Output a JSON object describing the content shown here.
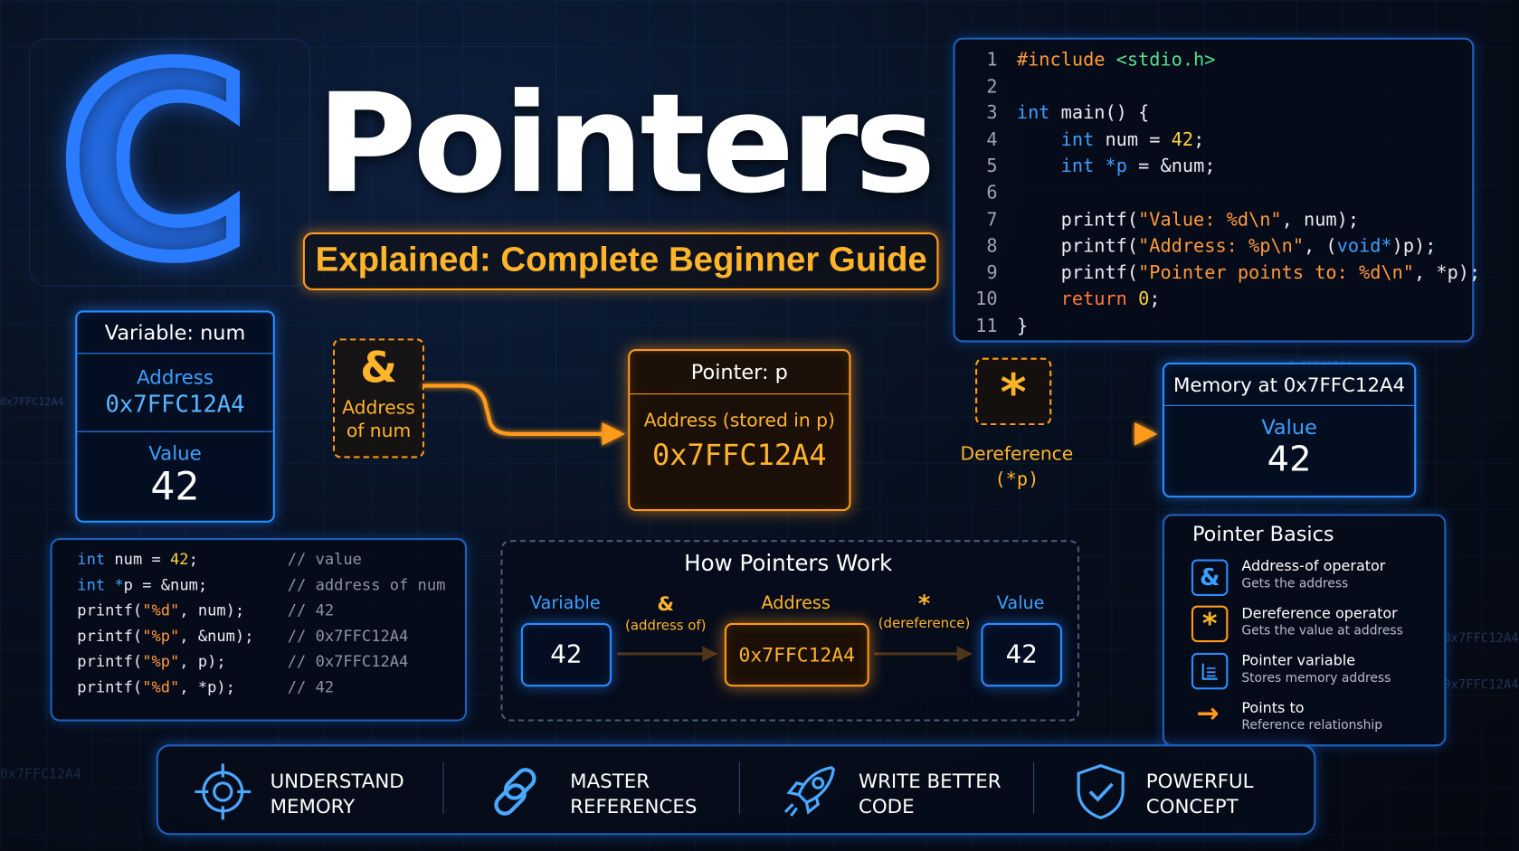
{
  "title": {
    "letter": "C",
    "word": "Pointers",
    "subtitle": "Explained: Complete Beginner Guide"
  },
  "code_main": [
    {
      "n": "1",
      "tokens": [
        [
          "pre",
          "#include "
        ],
        [
          "hdr",
          "<stdio.h>"
        ]
      ]
    },
    {
      "n": "2",
      "tokens": []
    },
    {
      "n": "3",
      "tokens": [
        [
          "kw",
          "int"
        ],
        [
          "plain",
          " main() {"
        ]
      ]
    },
    {
      "n": "4",
      "tokens": [
        [
          "plain",
          "    "
        ],
        [
          "kw",
          "int"
        ],
        [
          "plain",
          " num = "
        ],
        [
          "num",
          "42"
        ],
        [
          "plain",
          ";"
        ]
      ]
    },
    {
      "n": "5",
      "tokens": [
        [
          "plain",
          "    "
        ],
        [
          "kw",
          "int"
        ],
        [
          "plain",
          " "
        ],
        [
          "kw",
          "*p"
        ],
        [
          "plain",
          " = &num;"
        ]
      ]
    },
    {
      "n": "6",
      "tokens": []
    },
    {
      "n": "7",
      "tokens": [
        [
          "plain",
          "    printf("
        ],
        [
          "str",
          "\"Value: %d\\n\""
        ],
        [
          "plain",
          ", num);"
        ]
      ]
    },
    {
      "n": "8",
      "tokens": [
        [
          "plain",
          "    printf("
        ],
        [
          "str",
          "\"Address: %p\\n\""
        ],
        [
          "plain",
          ", ("
        ],
        [
          "kw",
          "void*"
        ],
        [
          "plain",
          ")p);"
        ]
      ]
    },
    {
      "n": "9",
      "tokens": [
        [
          "plain",
          "    printf("
        ],
        [
          "str",
          "\"Pointer points to: %d\\n\""
        ],
        [
          "plain",
          ", *p);"
        ]
      ]
    },
    {
      "n": "10",
      "tokens": [
        [
          "plain",
          "    "
        ],
        [
          "ret",
          "return"
        ],
        [
          "plain",
          " "
        ],
        [
          "num",
          "0"
        ],
        [
          "plain",
          ";"
        ]
      ]
    },
    {
      "n": "11",
      "tokens": [
        [
          "plain",
          "}"
        ]
      ]
    }
  ],
  "variable_box": {
    "title": "Variable: num",
    "address_label": "Address",
    "address_value": "0x7FFC12A4",
    "value_label": "Value",
    "value": "42"
  },
  "address_of": {
    "symbol": "&",
    "label_1": "Address",
    "label_2": "of num"
  },
  "pointer_box": {
    "title": "Pointer: p",
    "address_label": "Address (stored in p)",
    "address_value": "0x7FFC12A4"
  },
  "deref": {
    "symbol": "*",
    "label_1": "Dereference",
    "label_2": "(*p)"
  },
  "memory_box": {
    "title": "Memory at 0x7FFC12A4",
    "value_label": "Value",
    "value": "42"
  },
  "code_small": [
    {
      "code": [
        [
          "kw",
          "int"
        ],
        [
          "plain",
          " num = "
        ],
        [
          "num",
          "42"
        ],
        [
          "plain",
          ";"
        ]
      ],
      "comment": "// value"
    },
    {
      "code": [
        [
          "kw",
          "int"
        ],
        [
          "plain",
          " "
        ],
        [
          "kw",
          "*"
        ],
        [
          "plain",
          "p = &num;"
        ]
      ],
      "comment": "// address of num"
    },
    {
      "code": [
        [
          "plain",
          "printf("
        ],
        [
          "str",
          "\"%d\""
        ],
        [
          "plain",
          ", num);"
        ]
      ],
      "comment": "// 42"
    },
    {
      "code": [
        [
          "plain",
          "printf("
        ],
        [
          "str",
          "\"%p\""
        ],
        [
          "plain",
          ", &num);"
        ]
      ],
      "comment": "// 0x7FFC12A4"
    },
    {
      "code": [
        [
          "plain",
          "printf("
        ],
        [
          "str",
          "\"%p\""
        ],
        [
          "plain",
          ", p);"
        ]
      ],
      "comment": "// 0x7FFC12A4"
    },
    {
      "code": [
        [
          "plain",
          "printf("
        ],
        [
          "str",
          "\"%d\""
        ],
        [
          "plain",
          ", *p);"
        ]
      ],
      "comment": "// 42"
    }
  ],
  "how_it_works": {
    "title": "How Pointers Work",
    "variable_label": "Variable",
    "variable_value": "42",
    "op1_symbol": "&",
    "op1_label": "(address of)",
    "address_label": "Address",
    "address_value": "0x7FFC12A4",
    "op2_symbol": "*",
    "op2_label": "(dereference)",
    "value_label": "Value",
    "value": "42"
  },
  "basics": {
    "title": "Pointer Basics",
    "items": [
      {
        "icon": "ampersand-icon",
        "glyph": "&",
        "name": "Address-of operator",
        "desc": "Gets the address"
      },
      {
        "icon": "asterisk-icon",
        "glyph": "*",
        "name": "Dereference operator",
        "desc": "Gets the value at address"
      },
      {
        "icon": "pointer-variable-icon",
        "glyph": "",
        "name": "Pointer variable",
        "desc": "Stores memory address"
      },
      {
        "icon": "arrow-right-icon",
        "glyph": "→",
        "name": "Points to",
        "desc": "Reference relationship"
      }
    ]
  },
  "features": [
    {
      "icon": "target-icon",
      "line1": "UNDERSTAND",
      "line2": "MEMORY"
    },
    {
      "icon": "link-icon",
      "line1": "MASTER",
      "line2": "REFERENCES"
    },
    {
      "icon": "rocket-icon",
      "line1": "WRITE BETTER",
      "line2": "CODE"
    },
    {
      "icon": "shield-check-icon",
      "line1": "POWERFUL",
      "line2": "CONCEPT"
    }
  ],
  "colors": {
    "blue": "#2a8cff",
    "orange": "#ff9a1a",
    "yellow": "#ffc23a",
    "background": "#050a16"
  },
  "bg_addresses": [
    "0x7FFC12A4",
    "0x7FFC12A4",
    "0x7FFC12A4",
    "0x7FFC12A4",
    "0x7FFC12A4"
  ]
}
